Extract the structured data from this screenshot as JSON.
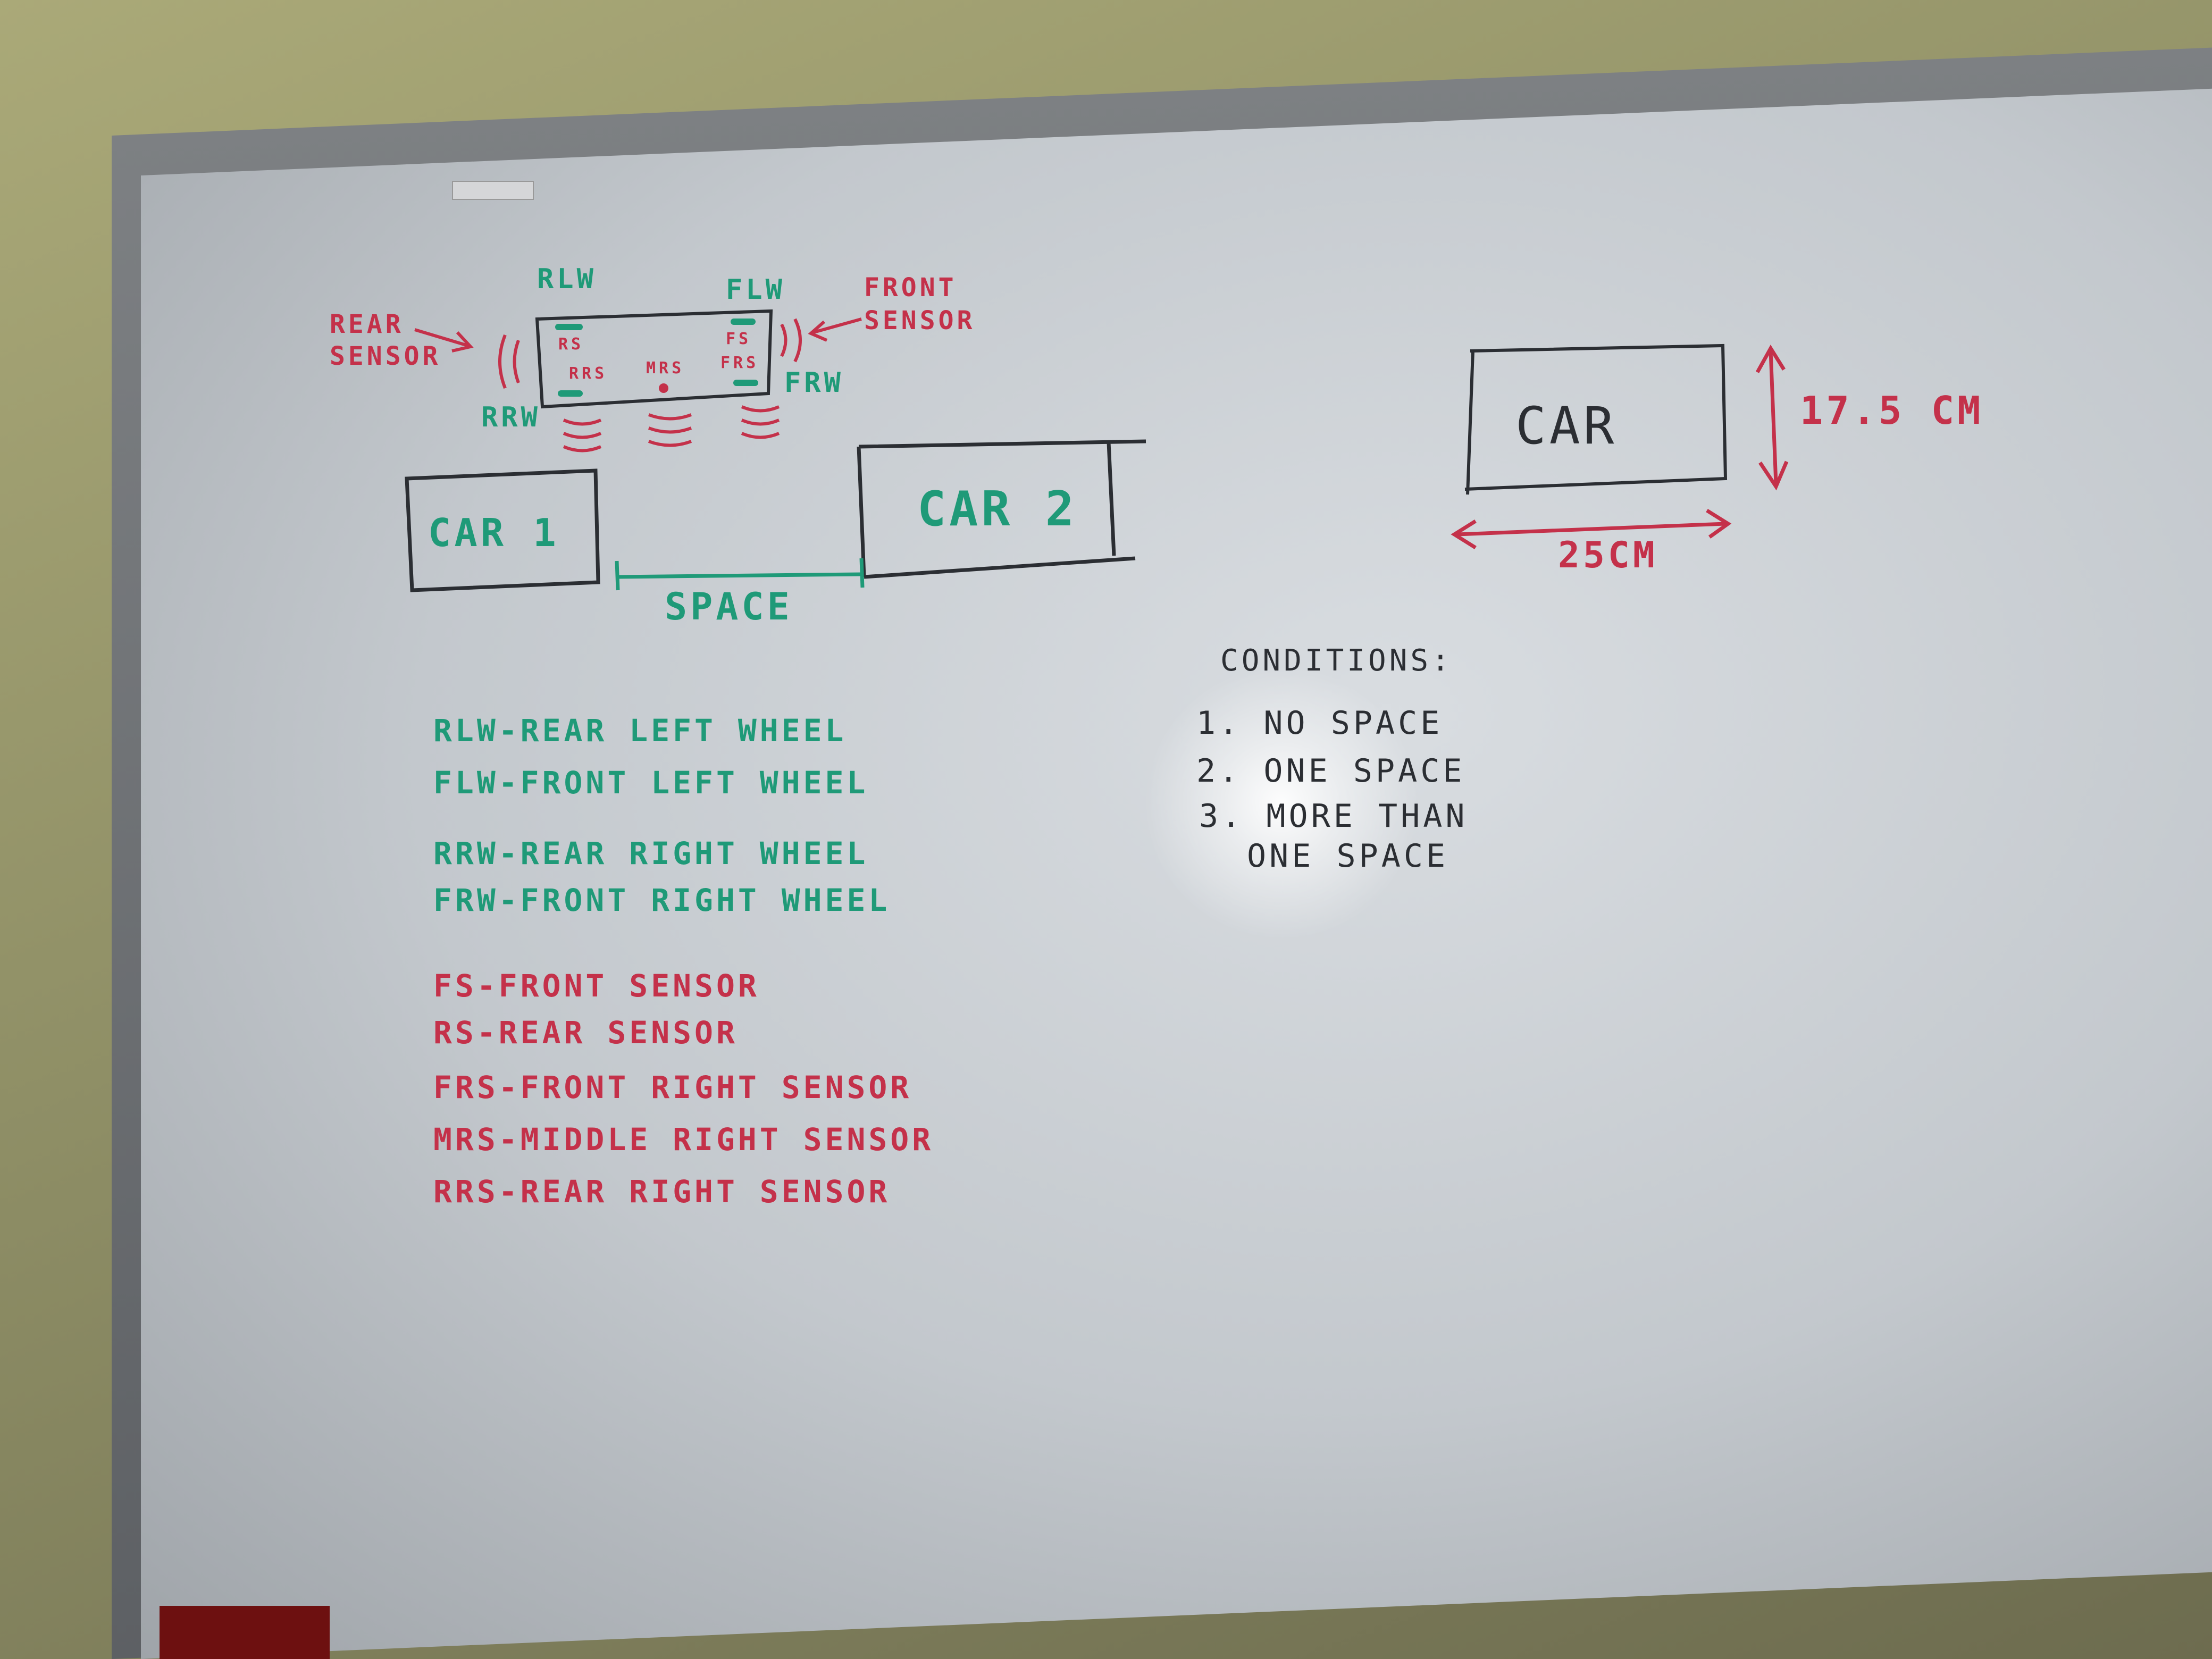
{
  "board": {
    "diagram": {
      "sensor_car_labels": {
        "rlw": "RLW",
        "flw": "FLW",
        "rrw": "RRW",
        "frw": "FRW",
        "rear_sensor": "REAR\nSENSOR",
        "front_sensor": "FRONT\nSENSOR",
        "rs": "RS",
        "fs": "FS",
        "rrs": "RRS",
        "mrs": "MRS",
        "frs": "FRS"
      },
      "car1": "CAR 1",
      "car2": "CAR 2",
      "space": "SPACE"
    },
    "dimensions": {
      "car": "CAR",
      "height": "17.5 CM",
      "length": "25CM"
    },
    "legend_wheels": [
      "RLW-REAR LEFT WHEEL",
      "FLW-FRONT LEFT WHEEL",
      "RRW-REAR RIGHT WHEEL",
      "FRW-FRONT RIGHT WHEEL"
    ],
    "legend_sensors": [
      "FS-FRONT SENSOR",
      "RS-REAR SENSOR",
      "FRS-FRONT RIGHT SENSOR",
      "MRS-MIDDLE RIGHT SENSOR",
      "RRS-REAR RIGHT SENSOR"
    ],
    "conditions": {
      "title": "CONDITIONS:",
      "items": [
        "1. NO SPACE",
        "2. ONE SPACE",
        "3. MORE THAN",
        "ONE SPACE"
      ]
    }
  }
}
